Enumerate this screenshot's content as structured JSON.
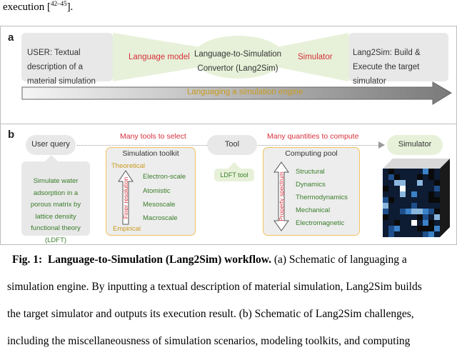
{
  "top_fragment": "execution [",
  "top_ref": "42–45",
  "top_end": "].",
  "panel_a": {
    "label": "a",
    "user_box": "USER: Textual description of a material simulation",
    "language_model": "Language model",
    "converter_line1": "Language-to-Simulation",
    "converter_line2": "Convertor (Lang2Sim)",
    "simulator_label": "Simulator",
    "output_box": "Lang2Sim: Build & Execute the target simulator",
    "arrow_text": "Languaging a simulation engine"
  },
  "panel_b": {
    "label": "b",
    "user_query": "User query",
    "tools_text": "Many tools to select",
    "tool": "Tool",
    "quantities_text": "Many quantities to compute",
    "simulator": "Simulator",
    "query_text": "Simulate water adsorption in a porous matrix by lattice density functional theory (LDFT)",
    "ldft_tool": "LDFT tool",
    "toolkit": {
      "title": "Simulation toolkit",
      "top": "Theoretical",
      "bottom": "Empirical",
      "arrow_label": "Finer resolution",
      "items": [
        "Electron-scale",
        "Atomistic",
        "Mesoscale",
        "Macroscale"
      ]
    },
    "pool": {
      "title": "Computing pool",
      "arrow_label": "Property spectrum",
      "items": [
        "Structural",
        "Dynamics",
        "Thermodynamics",
        "Mechanical",
        "Electromagnetic"
      ]
    },
    "cube_colors": [
      "#0d1b33",
      "#1f4f8a",
      "#3b82c8",
      "#8ab6de",
      "#ffffff",
      "#0a0a0a"
    ]
  },
  "caption": {
    "fig_label": "Fig. 1:",
    "fig_title": "Language-to-Simulation (Lang2Sim) workflow.",
    "line1_rest": "(a) Schematic of languaging a",
    "line2": "simulation engine. By inputting a textual description of material simulation, Lang2Sim builds",
    "line3": "the target simulator and outputs its execution result. (b) Schematic of Lang2Sim challenges,",
    "line4": "including the miscellaneousness of simulation scenarios, modeling toolkits, and computing"
  }
}
